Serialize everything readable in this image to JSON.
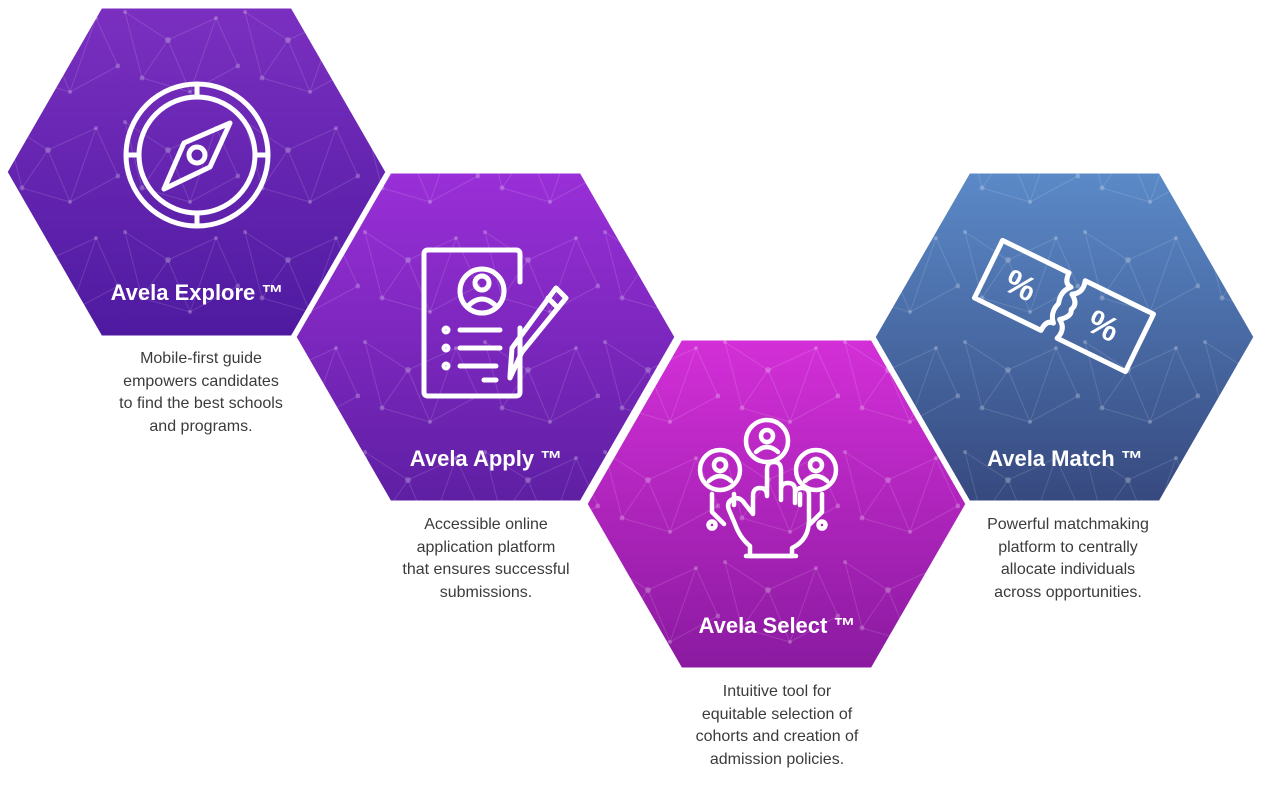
{
  "products": [
    {
      "title": "Avela Explore ™",
      "icon": "compass-icon",
      "description": [
        "Mobile-first guide",
        "empowers candidates",
        "to find the best schools",
        "and programs."
      ],
      "colors": [
        "#7b2fc0",
        "#4e1aa0"
      ]
    },
    {
      "title": "Avela Apply ™",
      "icon": "application-form-icon",
      "description": [
        "Accessible online",
        "application platform",
        "that ensures successful",
        "submissions."
      ],
      "colors": [
        "#9a2fd8",
        "#5e1fa3"
      ]
    },
    {
      "title": "Avela Select ™",
      "icon": "selection-hand-icon",
      "description": [
        "Intuitive tool for",
        "equitable selection of",
        "cohorts and creation of",
        "admission policies."
      ],
      "colors": [
        "#d42fd8",
        "#8a1aa0"
      ]
    },
    {
      "title": "Avela Match ™",
      "icon": "coupon-match-icon",
      "description": [
        "Powerful matchmaking",
        "platform to centrally",
        "allocate individuals",
        "across opportunities."
      ],
      "colors": [
        "#5b8ac8",
        "#36497f"
      ]
    }
  ]
}
